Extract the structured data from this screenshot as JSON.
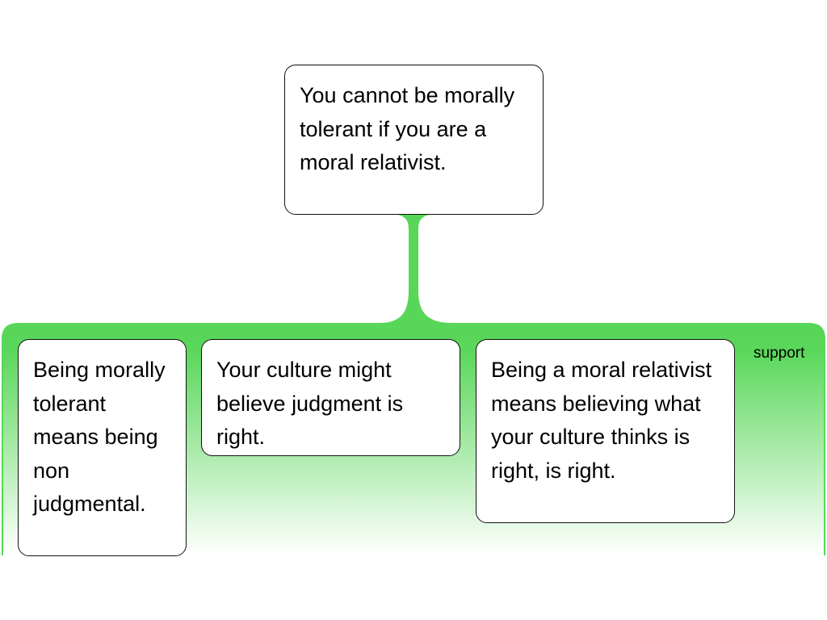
{
  "colors": {
    "support": "#58d658"
  },
  "claim": {
    "text": "You cannot be morally tolerant if you are a moral relativist."
  },
  "group": {
    "type_label": "support",
    "premises": [
      {
        "text": "Being morally tolerant means being non judgmental."
      },
      {
        "text": "Your culture might believe judgment is right."
      },
      {
        "text": "Being a moral relativist means believing what your culture thinks is right, is right."
      }
    ]
  }
}
